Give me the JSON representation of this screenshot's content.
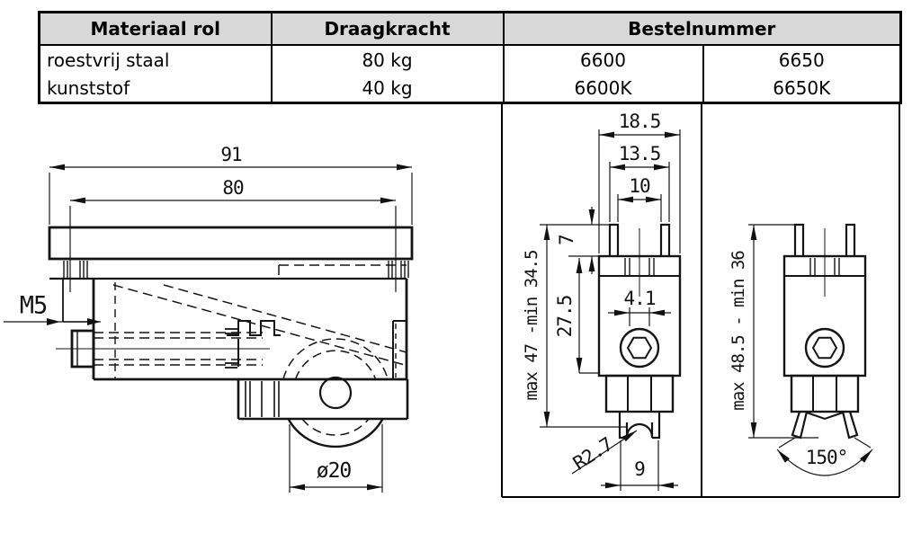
{
  "table": {
    "header": {
      "material": "Materiaal rol",
      "capacity": "Draagkracht",
      "order": "Bestelnummer"
    },
    "rows": [
      {
        "material": "roestvrij staal",
        "capacity": "80 kg",
        "order_6600": "6600",
        "order_6650": "6650"
      },
      {
        "material": "kunststof",
        "capacity": "40 kg",
        "order_6600": "6600K",
        "order_6650": "6650K"
      }
    ]
  },
  "side_view": {
    "dim_overall_length": "91",
    "dim_hole_spacing": "80",
    "thread_label": "M5",
    "dim_roller_diameter": "ø20"
  },
  "front_view_6600": {
    "dim_head_width": "18.5",
    "dim_prong_outer": "13.5",
    "dim_prong_inner": "10",
    "dim_prong_height": "7",
    "dim_body_height": "27.5",
    "dim_height_range": "max 47 -min 34.5",
    "dim_slot_width": "4.1",
    "dim_tip_radius": "R2.7",
    "dim_leg_span": "9"
  },
  "front_view_6650": {
    "dim_height_range": "max 48.5 - min 36",
    "dim_leg_angle": "150°"
  }
}
